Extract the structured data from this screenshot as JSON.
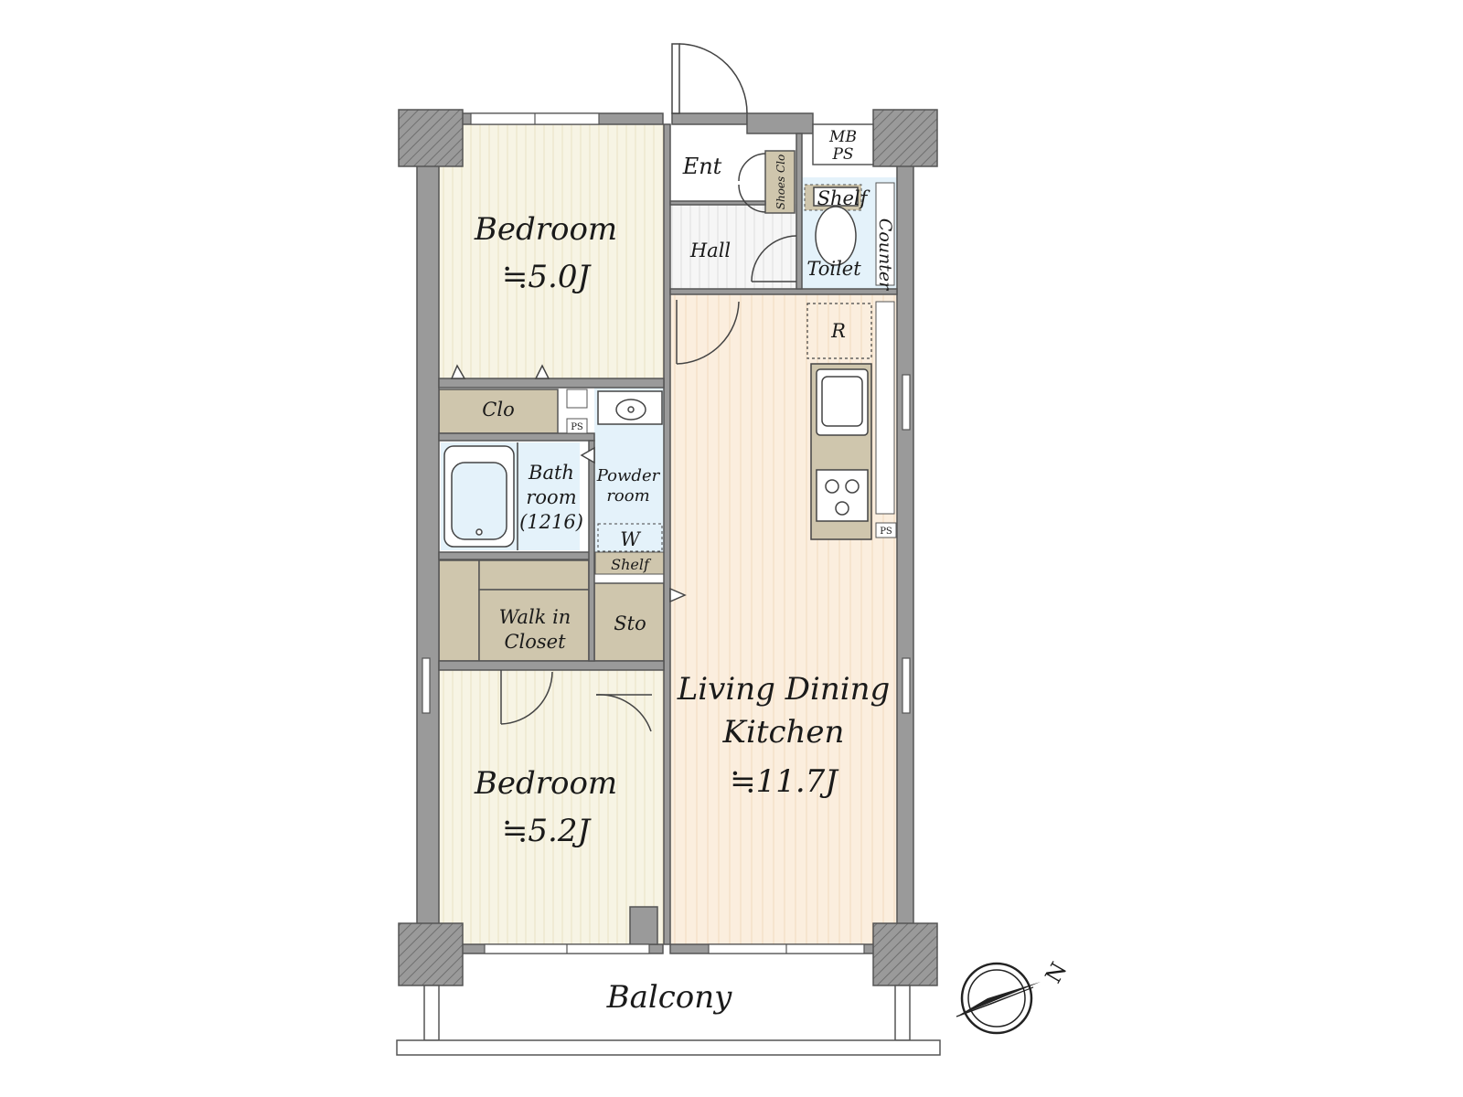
{
  "rooms": {
    "bedroom_north": {
      "name": "Bedroom",
      "area": "≒5.0J"
    },
    "bedroom_south": {
      "name": "Bedroom",
      "area": "≒5.2J"
    },
    "ldk": {
      "line1": "Living Dining",
      "line2": "Kitchen",
      "area": "≒11.7J"
    },
    "entrance": "Ent",
    "hall": "Hall",
    "toilet": "Toilet",
    "shoes_closet": "Shoes Clo",
    "mbps_line1": "MB",
    "mbps_line2": "PS",
    "shelf_toilet": "Shelf",
    "counter": "Counter",
    "refrigerator": "R",
    "closet": "Clo",
    "ps_small": "PS",
    "bath_line1": "Bath",
    "bath_line2": "room",
    "bath_line3": "(1216)",
    "powder_line1": "Powder",
    "powder_line2": "room",
    "washer": "W",
    "shelf_powder": "Shelf",
    "walkin_line1": "Walk in",
    "walkin_line2": "Closet",
    "storage": "Sto",
    "ps_kitchen": "PS",
    "balcony": "Balcony"
  },
  "compass": {
    "label": "N"
  },
  "colors": {
    "wall": "#9a9a9a",
    "bedroom_floor": "#f7f4e4",
    "ldk_floor": "#fbeede",
    "wet_area": "#e4f2fa",
    "storage": "#cfc6ad",
    "hall_floor": "#f4f4f4"
  }
}
